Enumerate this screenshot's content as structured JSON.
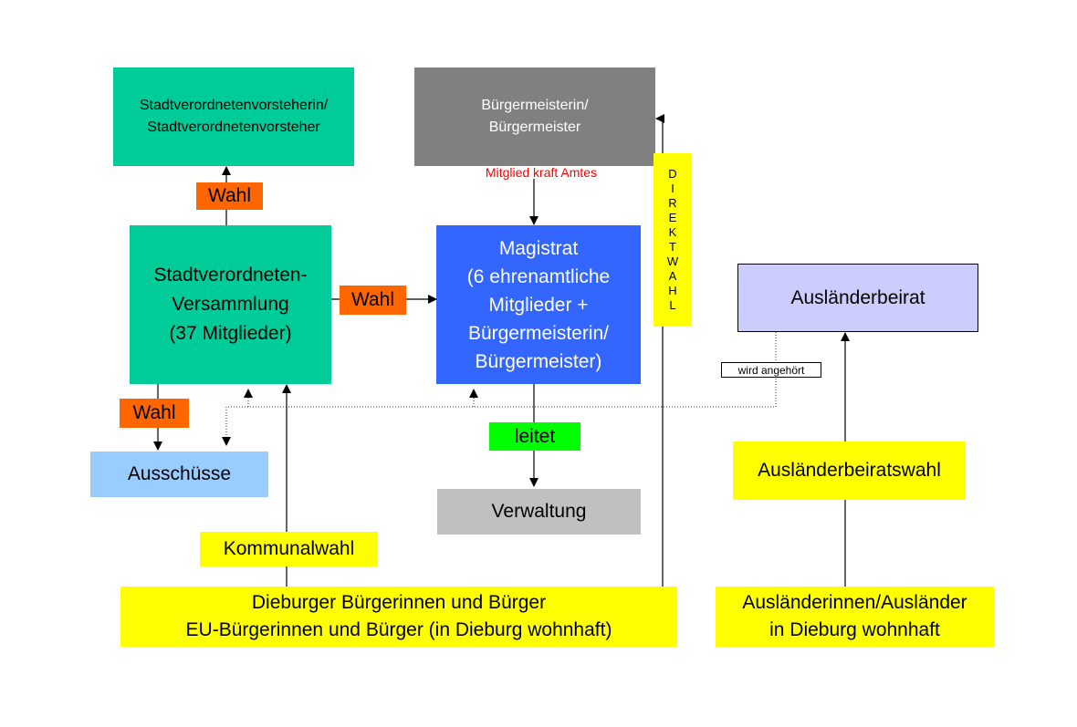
{
  "nodes": {
    "vorsteher": {
      "label": "Stadtverordnetenvorsteherin/\nStadtverordnetenvorsteher",
      "color": "#00cc99"
    },
    "buergermeister": {
      "label": "Bürgermeisterin/\nBürgermeister",
      "color": "#808080"
    },
    "mitglied_kraft_amtes": {
      "label": "Mitglied kraft Amtes",
      "color": "#ff0000"
    },
    "stvv": {
      "label": "Stadtverordneten-\nVersammlung\n(37 Mitglieder)",
      "color": "#00cc99"
    },
    "magistrat": {
      "label": "Magistrat\n(6 ehrenamtliche\nMitglieder +\nBürgermeisterin/\nBürgermeister)",
      "color": "#3366ff"
    },
    "auslaenderbeirat": {
      "label": "Ausländerbeirat",
      "color": "#ccccff"
    },
    "ausschuesse": {
      "label": "Ausschüsse",
      "color": "#99ccff"
    },
    "verwaltung": {
      "label": "Verwaltung",
      "color": "#c0c0c0"
    },
    "buerger": {
      "label": "Dieburger Bürgerinnen und Bürger\nEU-Bürgerinnen und Bürger (in Dieburg wohnhaft)",
      "color": "#ffff00"
    },
    "auslaender": {
      "label": "Ausländerinnen/Ausländer\nin Dieburg wohnhaft",
      "color": "#ffff00"
    }
  },
  "labels": {
    "wahl_vorsteher": {
      "text": "Wahl",
      "color": "#ff6600"
    },
    "wahl_magistrat": {
      "text": "Wahl",
      "color": "#ff6600"
    },
    "wahl_ausschuesse": {
      "text": "Wahl",
      "color": "#ff6600"
    },
    "leitet": {
      "text": "leitet",
      "color": "#00ff00"
    },
    "kommunalwahl": {
      "text": "Kommunalwahl",
      "color": "#ffff00"
    },
    "auslaenderbeiratswahl": {
      "text": "Ausländerbeiratswahl",
      "color": "#ffff00"
    },
    "wird_angehoert": {
      "text": "wird angehört"
    },
    "direktwahl": {
      "letters": [
        "D",
        "I",
        "R",
        "E",
        "K",
        "T",
        "W",
        "A",
        "H",
        "L"
      ],
      "color": "#ffff00"
    }
  }
}
